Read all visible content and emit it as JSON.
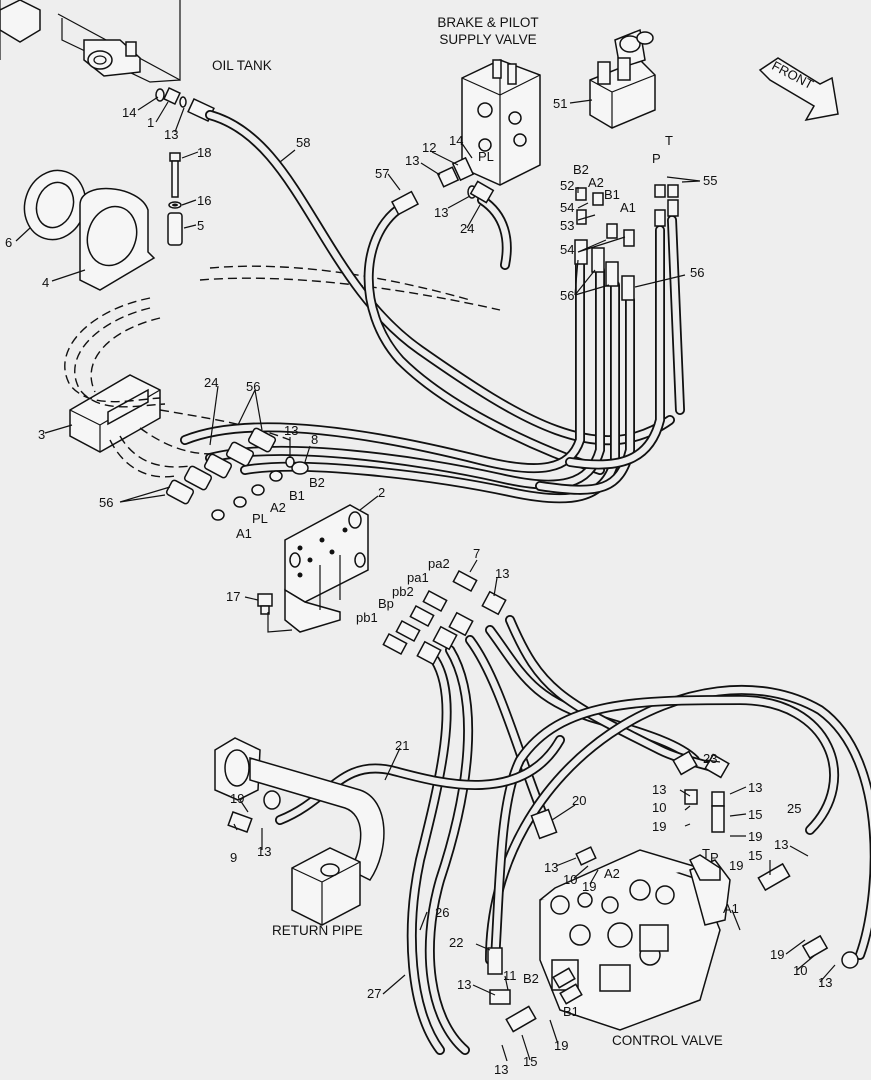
{
  "titles": {
    "oil_tank": "OIL TANK",
    "brake_valve_line1": "BRAKE & PILOT",
    "brake_valve_line2": "SUPPLY VALVE",
    "front": "FRONT",
    "return_pipe": "RETURN PIPE",
    "control_valve": "CONTROL VALVE"
  },
  "port_labels": {
    "pl_top": "PL",
    "b2_top": "B2",
    "a2_top": "A2",
    "b1_top": "B1",
    "a1_top": "A1",
    "p_top": "P",
    "t_top": "T",
    "b2_mid": "B2",
    "b1_mid": "B1",
    "a2_mid": "A2",
    "pl_mid": "PL",
    "a1_mid": "A1",
    "pa2": "pa2",
    "pa1": "pa1",
    "pb2": "pb2",
    "bp": "Bp",
    "pb1": "pb1",
    "t_cv": "T",
    "p_cv": "P",
    "a2_cv": "A2",
    "a1_cv": "A1",
    "b2_cv": "B2",
    "b1_cv": "B1"
  },
  "callouts": {
    "c14a": "14",
    "c1": "1",
    "c13a": "13",
    "c58": "58",
    "c18": "18",
    "c16": "16",
    "c5": "5",
    "c6": "6",
    "c4": "4",
    "c3": "3",
    "c14b": "14",
    "c13b": "13",
    "c12": "12",
    "c57": "57",
    "c13c": "13",
    "c24a": "24",
    "c51": "51",
    "c52": "52",
    "c54a": "54",
    "c53": "53",
    "c54b": "54",
    "c56a": "56",
    "c55": "55",
    "c56b": "56",
    "c24b": "24",
    "c56c": "56",
    "c13d": "13",
    "c8": "8",
    "c56d": "56",
    "c2": "2",
    "c7": "7",
    "c13e": "13",
    "c17": "17",
    "c21": "21",
    "c19a": "19",
    "c9": "9",
    "c13f": "13",
    "c23": "23",
    "c13g": "13",
    "c13h": "13",
    "c10a": "10",
    "c15a": "15",
    "c19b": "19",
    "c19c": "19",
    "c25": "25",
    "c20": "20",
    "c13i": "13",
    "c10b": "10",
    "c19d": "19",
    "c13j": "13",
    "c15b": "15",
    "c19e": "19",
    "c22": "22",
    "c26": "26",
    "c27": "27",
    "c19f": "19",
    "c10c": "10",
    "c13k": "13",
    "c13l": "13",
    "c11": "11",
    "c13m": "13",
    "c15c": "15",
    "c19g": "19"
  }
}
